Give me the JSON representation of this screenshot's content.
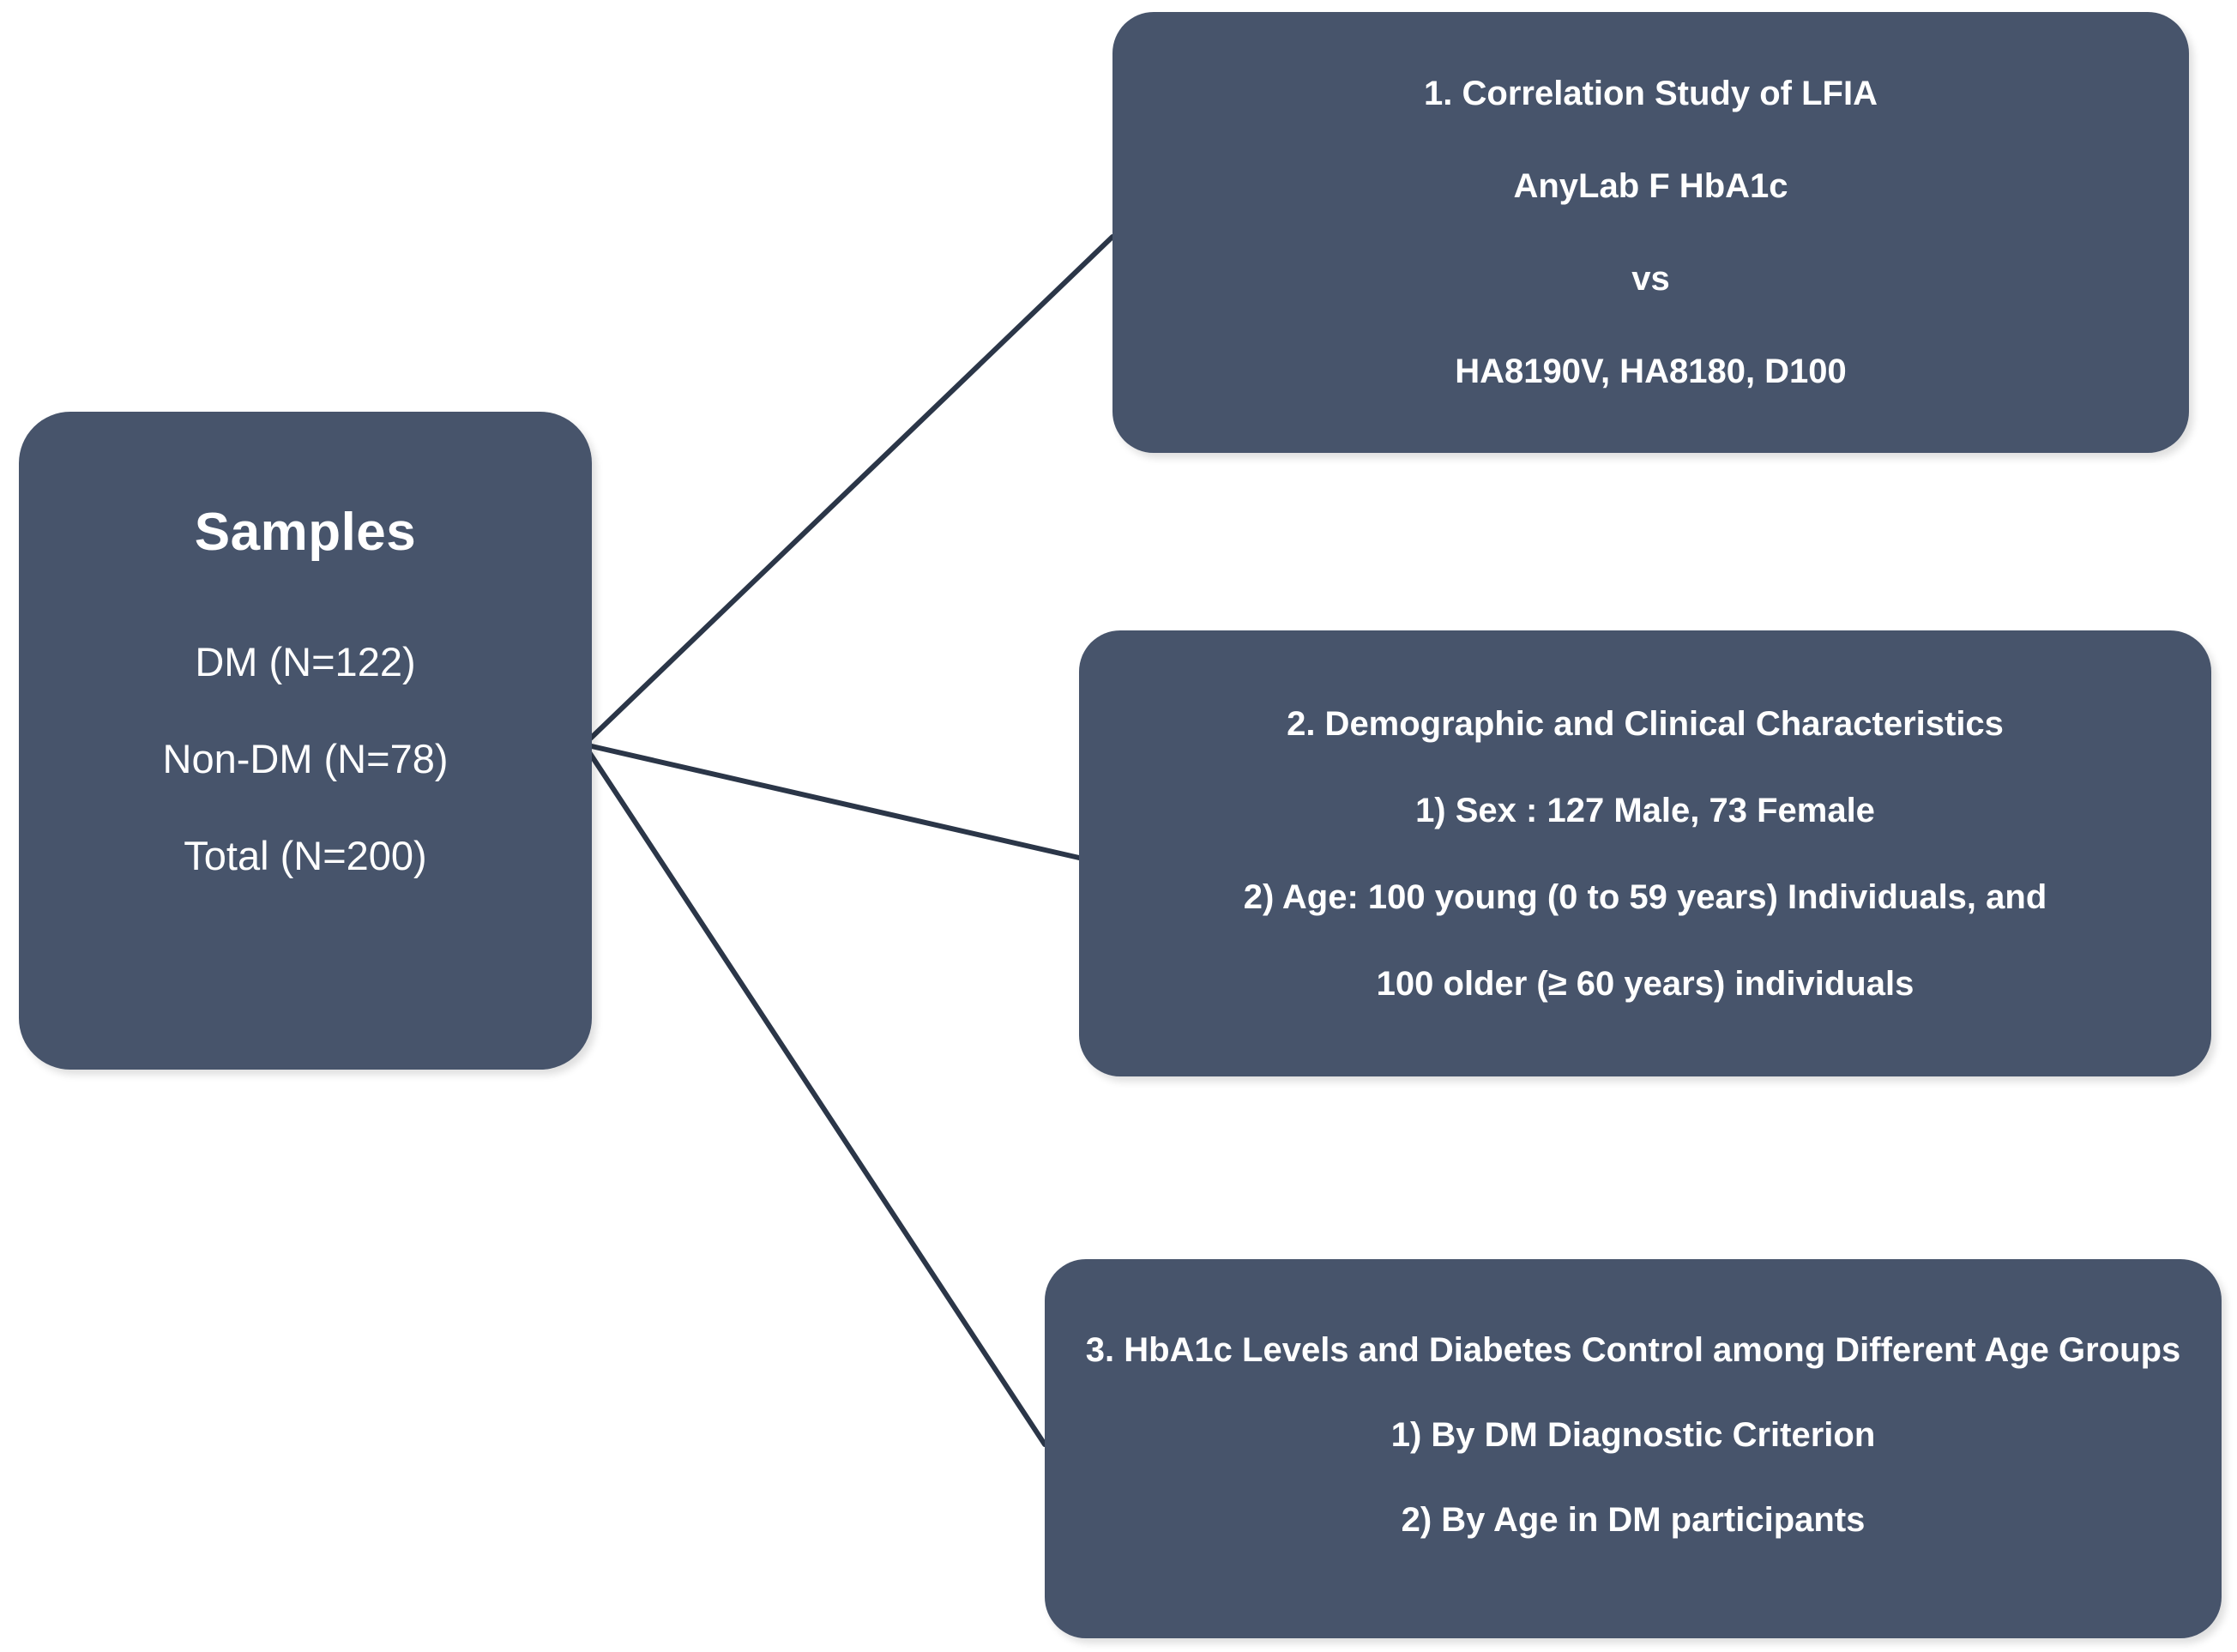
{
  "figure": {
    "kind": "study-flow-diagram",
    "background_color": "#ffffff",
    "node_fill_color": "#47546b",
    "node_text_color": "#ffffff",
    "connector_color": "#2b3648"
  },
  "source_node": {
    "title": "Samples",
    "lines": [
      "DM (N=122)",
      "Non-DM (N=78)",
      "Total (N=200)"
    ]
  },
  "branches": [
    {
      "id": "branch-1",
      "lines": [
        "1. Correlation Study of LFIA",
        "AnyLab F HbA1c",
        "vs",
        "HA8190V, HA8180, D100"
      ]
    },
    {
      "id": "branch-2",
      "lines": [
        "2. Demographic and Clinical Characteristics",
        "1) Sex : 127 Male, 73 Female",
        "2) Age: 100 young (0 to 59 years) Individuals, and",
        "100 older (≥ 60 years) individuals"
      ]
    },
    {
      "id": "branch-3",
      "lines": [
        "3. HbA1c Levels and Diabetes Control among Different Age Groups",
        "1) By DM Diagnostic Criterion",
        "2) By Age in DM participants"
      ]
    }
  ]
}
